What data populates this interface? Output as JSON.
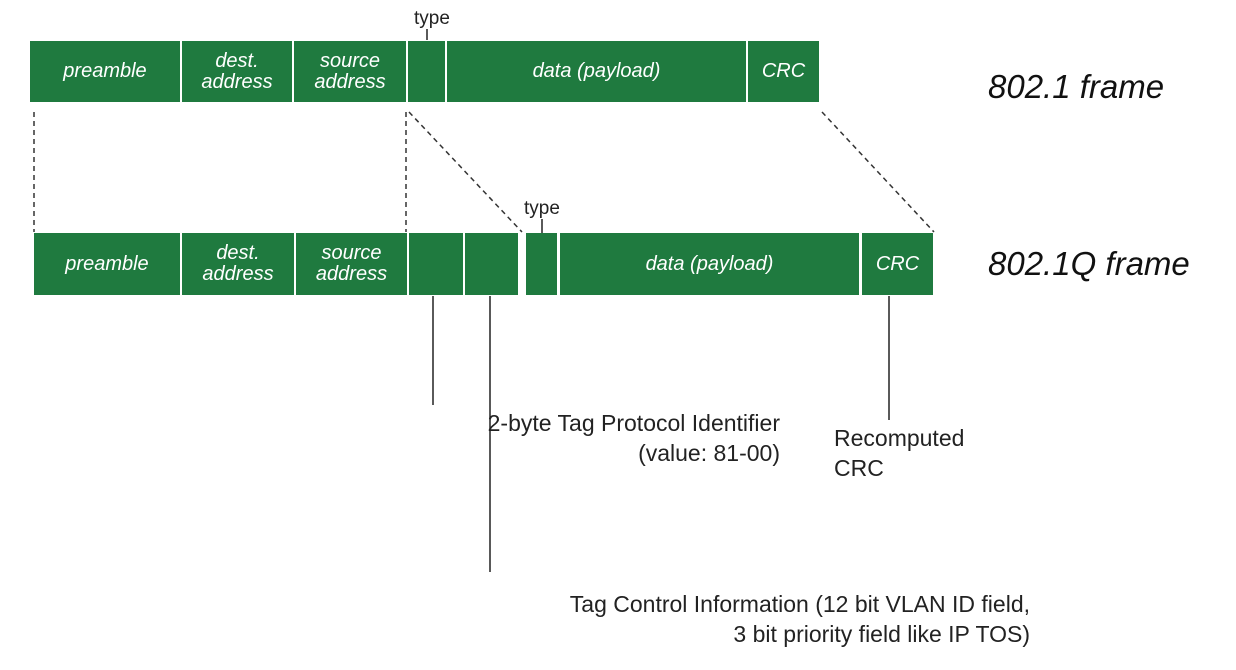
{
  "frame_8021": {
    "title": "802.1 frame",
    "type_label": "type",
    "fields": {
      "preamble": "preamble",
      "dest": "dest.\naddress",
      "source": "source\naddress",
      "data": "data (payload)",
      "crc": "CRC"
    }
  },
  "frame_8021q": {
    "title": "802.1Q frame",
    "type_label": "type",
    "fields": {
      "preamble": "preamble",
      "dest": "dest.\naddress",
      "source": "source\naddress",
      "data": "data (payload)",
      "crc": "CRC"
    }
  },
  "annotations": {
    "tpid": "2-byte Tag Protocol Identifier\n(value: 81-00)",
    "crc": "Recomputed\nCRC",
    "tci": "Tag Control Information (12 bit VLAN ID field,\n3 bit priority field like IP TOS)"
  },
  "colors": {
    "field_fill": "#1f7a3f",
    "field_text": "#ffffff"
  }
}
